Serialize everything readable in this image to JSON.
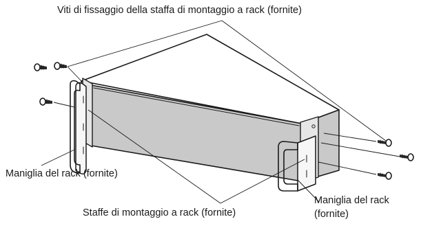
{
  "labels": {
    "screws": "Viti di fissaggio della staffa di montaggio a rack (fornite)",
    "rack_handle_left": "Maniglia del rack (fornite)",
    "rack_brackets": "Staffe di montaggio a rack (fornite)",
    "rack_handle_right_line1": "Maniglia del rack",
    "rack_handle_right_line2": "(fornite)"
  }
}
